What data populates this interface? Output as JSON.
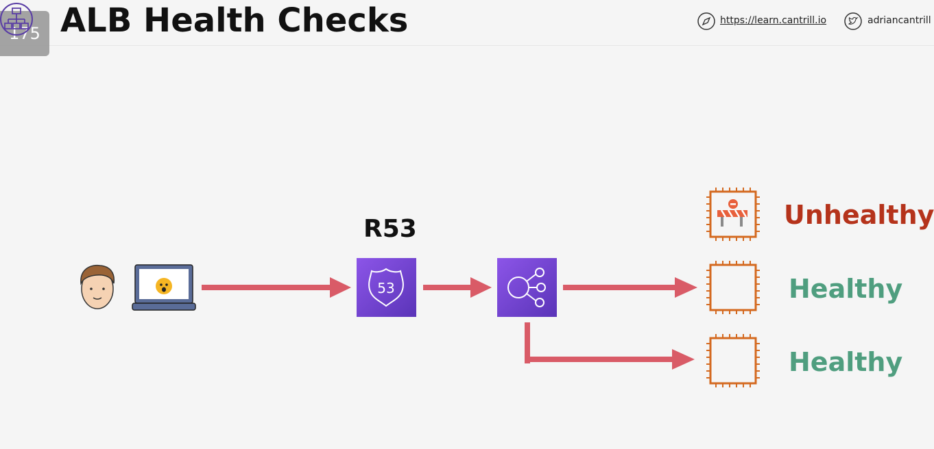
{
  "slide": {
    "number": "175",
    "title": "ALB Health Checks"
  },
  "header": {
    "url": "https://learn.cantrill.io",
    "twitter": "adriancantrill"
  },
  "diagram": {
    "r53_label": "R53",
    "r53_shield_number": "53",
    "targets": [
      {
        "status": "Unhealthy",
        "color": "#b5331b"
      },
      {
        "status": "Healthy",
        "color": "#4f9e7f"
      },
      {
        "status": "Healthy",
        "color": "#4f9e7f"
      }
    ],
    "colors": {
      "arrow": "#d95b67",
      "aws_purple": "#6a3fc4",
      "ec2_orange": "#d4691f"
    }
  }
}
